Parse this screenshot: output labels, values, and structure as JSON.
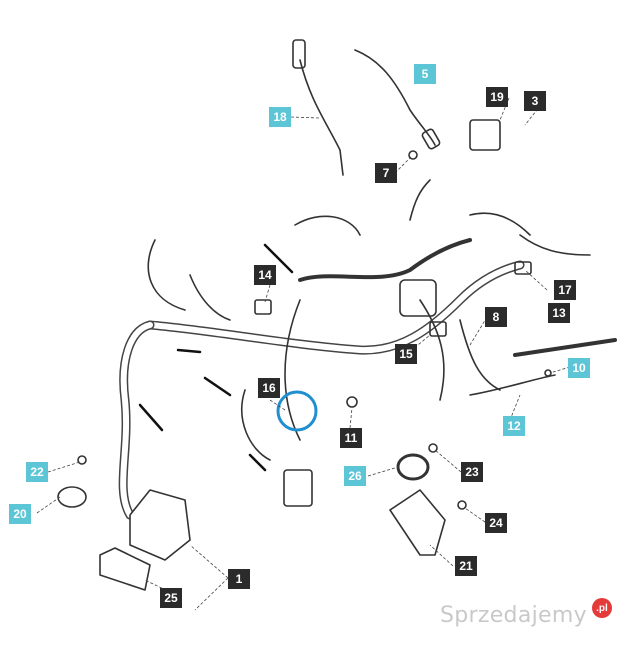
{
  "callouts": [
    {
      "label": "1",
      "style": "dark"
    },
    {
      "label": "3",
      "style": "dark"
    },
    {
      "label": "5",
      "style": "cyan"
    },
    {
      "label": "7",
      "style": "dark"
    },
    {
      "label": "8",
      "style": "dark"
    },
    {
      "label": "10",
      "style": "cyan"
    },
    {
      "label": "11",
      "style": "dark"
    },
    {
      "label": "12",
      "style": "cyan"
    },
    {
      "label": "13",
      "style": "dark"
    },
    {
      "label": "14",
      "style": "dark"
    },
    {
      "label": "15",
      "style": "dark"
    },
    {
      "label": "16",
      "style": "dark"
    },
    {
      "label": "17",
      "style": "dark"
    },
    {
      "label": "18",
      "style": "cyan"
    },
    {
      "label": "19",
      "style": "dark"
    },
    {
      "label": "20",
      "style": "cyan"
    },
    {
      "label": "21",
      "style": "dark"
    },
    {
      "label": "22",
      "style": "cyan"
    },
    {
      "label": "23",
      "style": "dark"
    },
    {
      "label": "24",
      "style": "dark"
    },
    {
      "label": "25",
      "style": "dark"
    },
    {
      "label": "26",
      "style": "cyan"
    }
  ],
  "watermark": {
    "text": "Sprzedajemy",
    "badge": ".pl"
  },
  "colors": {
    "dark_callout": "#2b2b2b",
    "cyan_callout": "#5cc6d6",
    "highlight_ring": "#1f8fd0",
    "line": "#333333"
  }
}
